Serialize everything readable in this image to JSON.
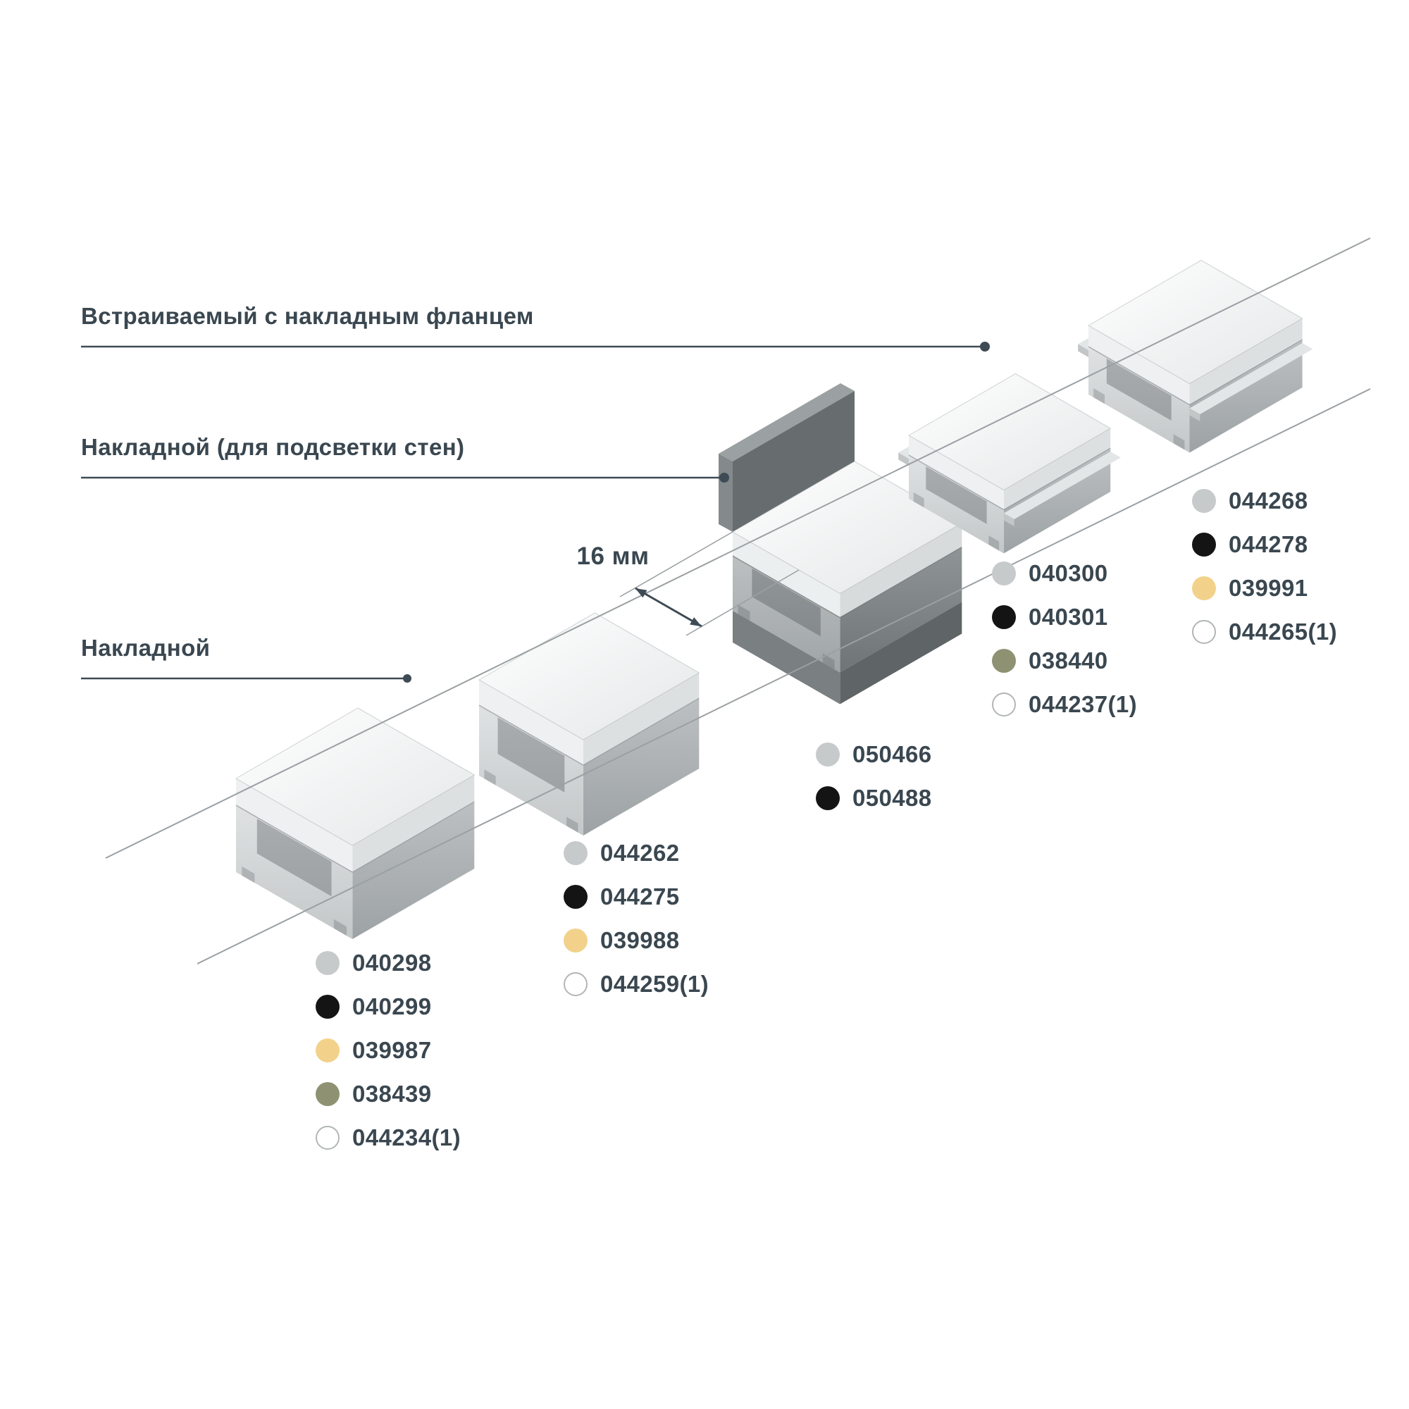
{
  "labels": {
    "recessed_flange": "Встраиваемый с накладным фланцем",
    "surface_wall": "Накладной (для подсветки стен)",
    "surface": "Накладной"
  },
  "dimension": {
    "text": "16 мм"
  },
  "colors": {
    "silver": "#c6cacb",
    "black": "#141414",
    "gold": "#f2d28a",
    "olive": "#8e9273",
    "white": "#ffffff",
    "ink": "#3a4750",
    "line": "#9aa0a3"
  },
  "groups": {
    "g1": {
      "items": [
        {
          "color": "silver",
          "code": "040298"
        },
        {
          "color": "black",
          "code": "040299"
        },
        {
          "color": "gold",
          "code": "039987"
        },
        {
          "color": "olive",
          "code": "038439"
        },
        {
          "color": "white",
          "code": "044234(1)"
        }
      ]
    },
    "g2": {
      "items": [
        {
          "color": "silver",
          "code": "044262"
        },
        {
          "color": "black",
          "code": "044275"
        },
        {
          "color": "gold",
          "code": "039988"
        },
        {
          "color": "white",
          "code": "044259(1)"
        }
      ]
    },
    "g3": {
      "items": [
        {
          "color": "silver",
          "code": "050466"
        },
        {
          "color": "black",
          "code": "050488"
        }
      ]
    },
    "g4": {
      "items": [
        {
          "color": "silver",
          "code": "040300"
        },
        {
          "color": "black",
          "code": "040301"
        },
        {
          "color": "olive",
          "code": "038440"
        },
        {
          "color": "white",
          "code": "044237(1)"
        }
      ]
    },
    "g5": {
      "items": [
        {
          "color": "silver",
          "code": "044268"
        },
        {
          "color": "black",
          "code": "044278"
        },
        {
          "color": "gold",
          "code": "039991"
        },
        {
          "color": "white",
          "code": "044265(1)"
        }
      ]
    }
  }
}
